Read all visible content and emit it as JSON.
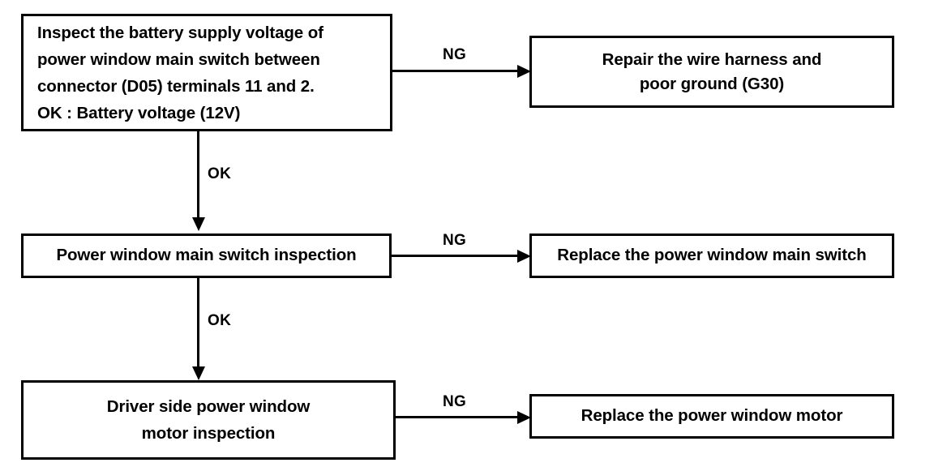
{
  "diagram": {
    "title": "Power window main switch diagnostic flowchart",
    "type": "troubleshooting-flowchart",
    "stroke_color": "#000000",
    "background_color": "#ffffff",
    "nodes": {
      "step1": {
        "label": "Inspect the battery supply voltage of\npower window main switch between\nconnector (D05) terminals 11 and 2.\nOK : Battery voltage (12V)",
        "kind": "inspection-step"
      },
      "remedy1": {
        "label": "Repair the wire harness and\npoor ground (G30)",
        "kind": "remedy"
      },
      "step2": {
        "label": "Power window main switch inspection",
        "kind": "inspection-step"
      },
      "remedy2": {
        "label": "Replace the power window main switch",
        "kind": "remedy"
      },
      "step3": {
        "label": "Driver side power window\nmotor  inspection",
        "kind": "inspection-step"
      },
      "remedy3": {
        "label": "Replace the power window motor",
        "kind": "remedy"
      }
    },
    "edges": {
      "ng1": {
        "label": "NG",
        "from": "step1",
        "to": "remedy1",
        "direction": "right"
      },
      "ok1": {
        "label": "OK",
        "from": "step1",
        "to": "step2",
        "direction": "down"
      },
      "ng2": {
        "label": "NG",
        "from": "step2",
        "to": "remedy2",
        "direction": "right"
      },
      "ok2": {
        "label": "OK",
        "from": "step2",
        "to": "step3",
        "direction": "down"
      },
      "ng3": {
        "label": "NG",
        "from": "step3",
        "to": "remedy3",
        "direction": "right"
      }
    }
  }
}
